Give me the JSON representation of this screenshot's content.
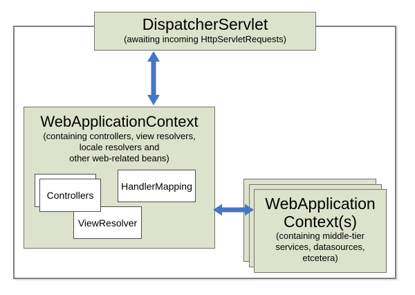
{
  "colors": {
    "box_fill": "#dde2cc",
    "box_border": "#73726a",
    "frame_border": "#7f7f7f",
    "inner_box_border": "#4c4c4c",
    "arrow": "#4577c6"
  },
  "dispatcher": {
    "title": "DispatcherServlet",
    "subtitle": "(awaiting incoming HttpServletRequests)"
  },
  "web_context": {
    "title": "WebApplicationContext",
    "subtitle_lines": [
      "(containing controllers, view resolvers,",
      "locale resolvers and",
      "other web-related beans)"
    ],
    "beans": {
      "controllers": "Controllers",
      "handler_mapping": "HandlerMapping",
      "view_resolver": "ViewResolver"
    }
  },
  "middle_tier_contexts": {
    "title_lines": [
      "WebApplication",
      "Context(s)"
    ],
    "subtitle_lines": [
      "(containing middle-tier",
      "services, datasources,",
      "etcetera)"
    ]
  }
}
